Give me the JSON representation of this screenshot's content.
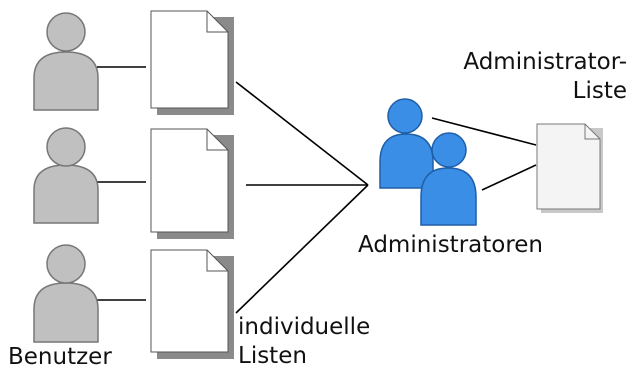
{
  "diagram": {
    "labels": {
      "users": "Benutzer",
      "lists_line1": "individuelle",
      "lists_line2": "Listen",
      "admins": "Administratoren",
      "admin_list_line1": "Administrator-",
      "admin_list_line2": "Liste"
    },
    "colors": {
      "user_fill": "#c0c0c0",
      "admin_fill": "#3a8ee6",
      "doc_fill": "#ffffff",
      "doc_shadow": "#8a8a8a",
      "admin_doc_fill": "#f4f4f4",
      "line": "#000000"
    },
    "icons": [
      "user-icon",
      "document-icon",
      "admin-group-icon"
    ]
  }
}
